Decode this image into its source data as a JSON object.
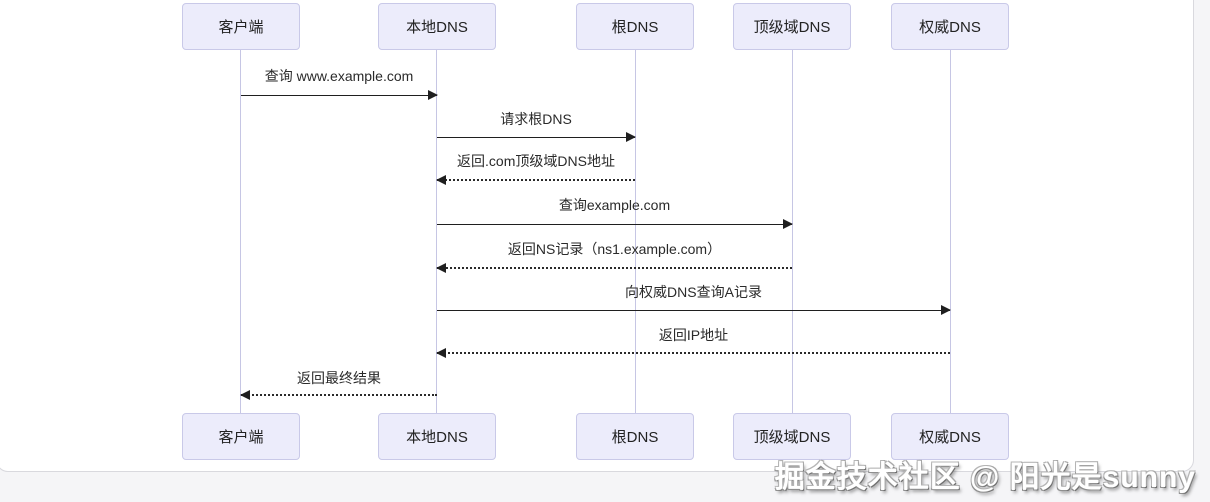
{
  "diagram": {
    "type": "sequence",
    "participants": [
      {
        "label": "客户端"
      },
      {
        "label": "本地DNS"
      },
      {
        "label": "根DNS"
      },
      {
        "label": "顶级域DNS"
      },
      {
        "label": "权威DNS"
      }
    ],
    "messages": [
      {
        "label": "查询 www.example.com",
        "from": "客户端",
        "to": "本地DNS",
        "style": "solid"
      },
      {
        "label": "请求根DNS",
        "from": "本地DNS",
        "to": "根DNS",
        "style": "solid"
      },
      {
        "label": "返回.com顶级域DNS地址",
        "from": "根DNS",
        "to": "本地DNS",
        "style": "dashed"
      },
      {
        "label": "查询example.com",
        "from": "本地DNS",
        "to": "顶级域DNS",
        "style": "solid"
      },
      {
        "label": "返回NS记录（ns1.example.com）",
        "from": "顶级域DNS",
        "to": "本地DNS",
        "style": "dashed"
      },
      {
        "label": "向权威DNS查询A记录",
        "from": "本地DNS",
        "to": "权威DNS",
        "style": "solid"
      },
      {
        "label": "返回IP地址",
        "from": "权威DNS",
        "to": "本地DNS",
        "style": "dashed"
      },
      {
        "label": "返回最终结果",
        "from": "本地DNS",
        "to": "客户端",
        "style": "dashed"
      }
    ]
  },
  "watermark": {
    "text": "掘金技术社区 @ 阳光是sunny"
  },
  "colors": {
    "actor_fill": "#ececfb",
    "actor_border": "#c9c9e8",
    "lifeline": "#c6c6e4",
    "arrow": "#1f1f1f",
    "page_background": "#f5f5f7",
    "card_background": "#ffffff"
  }
}
